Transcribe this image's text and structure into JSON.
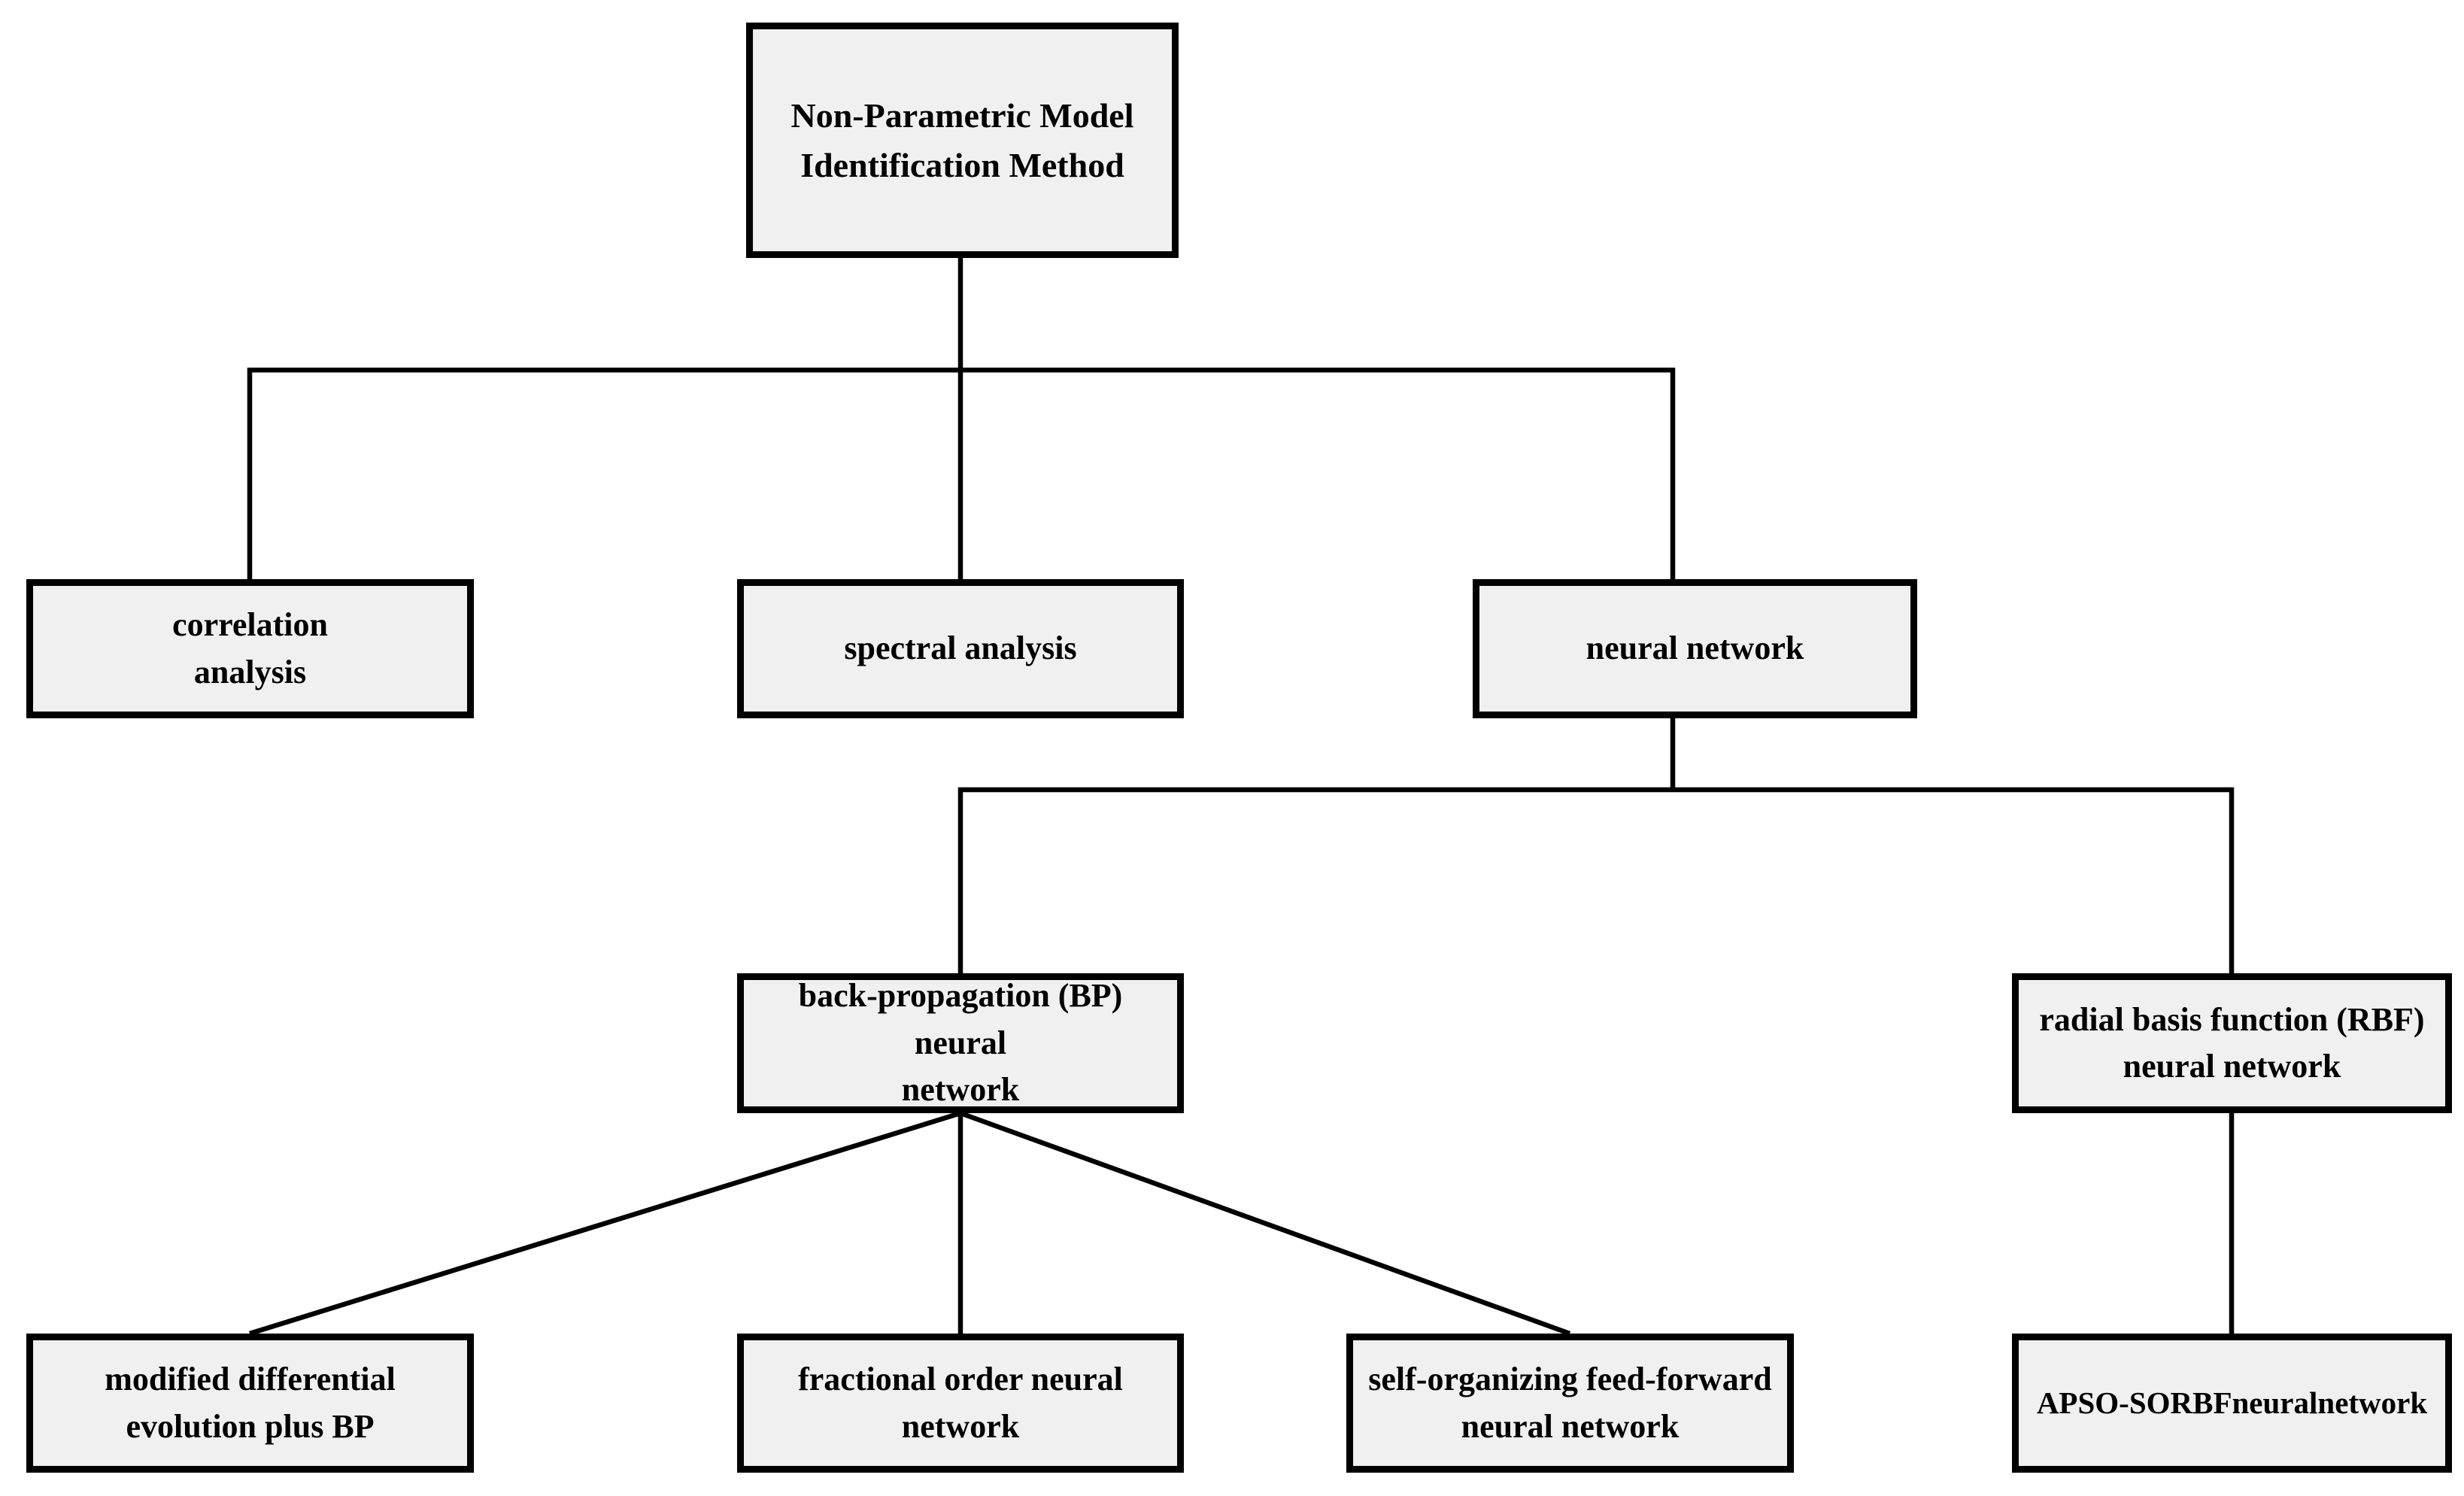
{
  "nodes": {
    "root": {
      "label": "Non-Parametric Model\nIdentification Method"
    },
    "correlation": {
      "label": "correlation\nanalysis"
    },
    "spectral": {
      "label": "spectral analysis"
    },
    "neural": {
      "label": "neural network"
    },
    "bp": {
      "label": "back-propagation (BP) neural\nnetwork"
    },
    "rbf": {
      "label": "radial basis function (RBF)\nneural network"
    },
    "mde": {
      "label": "modified differential\nevolution plus BP"
    },
    "fonn": {
      "label": "fractional order neural\nnetwork"
    },
    "soff": {
      "label": "self-organizing feed-forward\nneural network"
    },
    "apso": {
      "label": "APSO-SORBFneuralnetwork"
    }
  },
  "edges": [
    {
      "from": "root",
      "to": "correlation"
    },
    {
      "from": "root",
      "to": "spectral"
    },
    {
      "from": "root",
      "to": "neural"
    },
    {
      "from": "neural",
      "to": "bp"
    },
    {
      "from": "neural",
      "to": "rbf"
    },
    {
      "from": "bp",
      "to": "mde"
    },
    {
      "from": "bp",
      "to": "fonn"
    },
    {
      "from": "bp",
      "to": "soff"
    },
    {
      "from": "rbf",
      "to": "apso"
    }
  ],
  "colors": {
    "node_fill": "#f0f0f0",
    "node_border": "#000000",
    "connector": "#000000",
    "background": "#ffffff"
  }
}
